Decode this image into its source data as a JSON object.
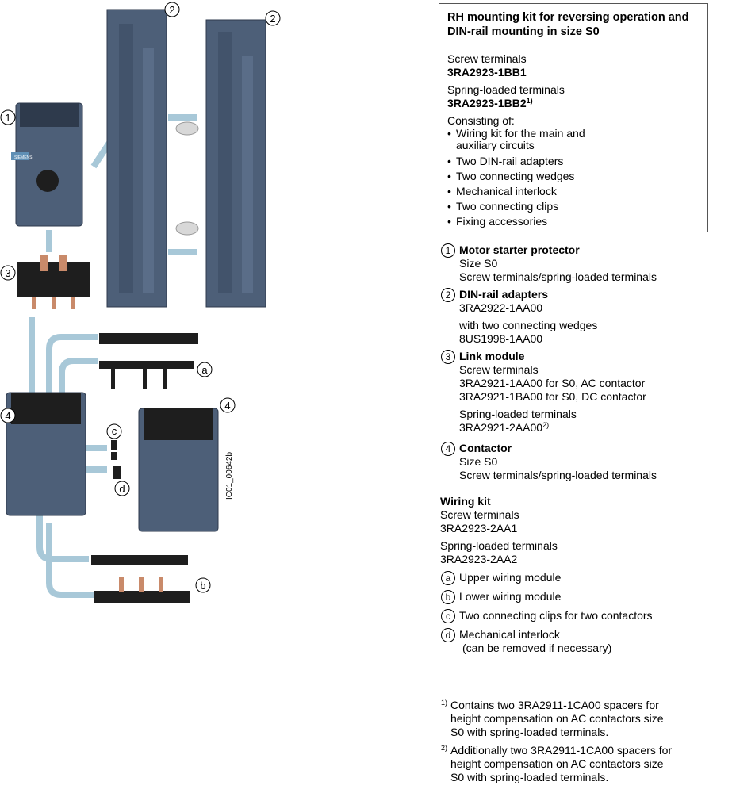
{
  "kit_box": {
    "title": "RH mounting kit for reversing operation and DIN-rail mounting in size S0",
    "screw_label": "Screw terminals",
    "screw_number": "3RA2923-1BB1",
    "spring_label": "Spring-loaded terminals",
    "spring_number": "3RA2923-1BB2",
    "spring_note": "1)",
    "consisting_label": "Consisting of:",
    "contents": [
      "Wiring kit for the main and auxiliary circuits",
      "Two DIN-rail adapters",
      "Two connecting wedges",
      "Mechanical interlock",
      "Two connecting clips",
      "Fixing accessories"
    ]
  },
  "legend": [
    {
      "marker": "1",
      "title": "Motor starter protector",
      "lines": [
        "Size S0",
        "Screw terminals/spring-loaded terminals"
      ]
    },
    {
      "marker": "2",
      "title": "DIN-rail adapters",
      "lines": [
        "3RA2922-1AA00"
      ],
      "extra": [
        "with two connecting wedges",
        "8US1998-1AA00"
      ]
    },
    {
      "marker": "3",
      "title": "Link module",
      "lines": [
        "Screw terminals",
        "3RA2921-1AA00 for S0, AC contactor",
        "3RA2921-1BA00 for S0, DC contactor"
      ],
      "extra": [
        "Spring-loaded terminals",
        "3RA2921-2AA00"
      ],
      "extra_note": "2)"
    },
    {
      "marker": "4",
      "title": "Contactor",
      "lines": [
        "Size S0",
        "Screw terminals/spring-loaded terminals"
      ]
    }
  ],
  "wiring_kit": {
    "title": "Wiring kit",
    "screw_label": "Screw terminals",
    "screw_number": "3RA2923-2AA1",
    "spring_label": "Spring-loaded terminals",
    "spring_number": "3RA2923-2AA2",
    "parts": [
      {
        "marker": "a",
        "label": "Upper wiring module"
      },
      {
        "marker": "b",
        "label": "Lower wiring module"
      },
      {
        "marker": "c",
        "label": "Two connecting clips for two contactors"
      },
      {
        "marker": "d",
        "label": "Mechanical interlock",
        "sub": "(can be removed if necessary)"
      }
    ]
  },
  "footnotes": [
    {
      "mark": "1)",
      "text": "Contains two 3RA2911-1CA00 spacers for height compensation on AC contactors size S0 with spring-loaded terminals."
    },
    {
      "mark": "2)",
      "text": "Additionally two 3RA2911-1CA00 spacers for height compensation on AC contactors size S0 with spring-loaded terminals."
    }
  ],
  "illustration": {
    "callouts": [
      "1",
      "2",
      "2",
      "3",
      "4",
      "4",
      "a",
      "b",
      "c",
      "d"
    ],
    "drawing_id": "IC01_00642b",
    "brand_text": "SIEMENS",
    "colors": {
      "device": "#4d5f78",
      "device_dark": "#2e3a4c",
      "connector": "#a8c8d8",
      "black": "#1e1e1e",
      "copper": "#c98a6a"
    }
  }
}
